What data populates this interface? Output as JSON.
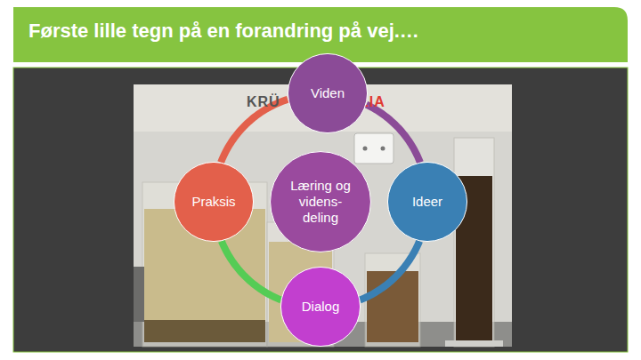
{
  "diagram": {
    "title": "Første lille tegn på en forandring på vej.…",
    "nodes": [
      {
        "text": [
          "Viden"
        ]
      },
      {
        "text": [
          "Praksis"
        ]
      },
      {
        "text": [
          "Læring og videns- deling"
        ]
      },
      {
        "text": [
          "Ideer"
        ]
      },
      {
        "text": [
          "Dialog"
        ]
      }
    ],
    "edges": [
      {
        "from": 0,
        "to": 3,
        "arrow": "none"
      },
      {
        "from": 3,
        "to": 4,
        "arrow": "none"
      },
      {
        "from": 4,
        "to": 1,
        "arrow": "none"
      },
      {
        "from": 1,
        "to": 0,
        "arrow": "none"
      }
    ],
    "labels": [
      "KRÜ",
      "LIA"
    ]
  }
}
